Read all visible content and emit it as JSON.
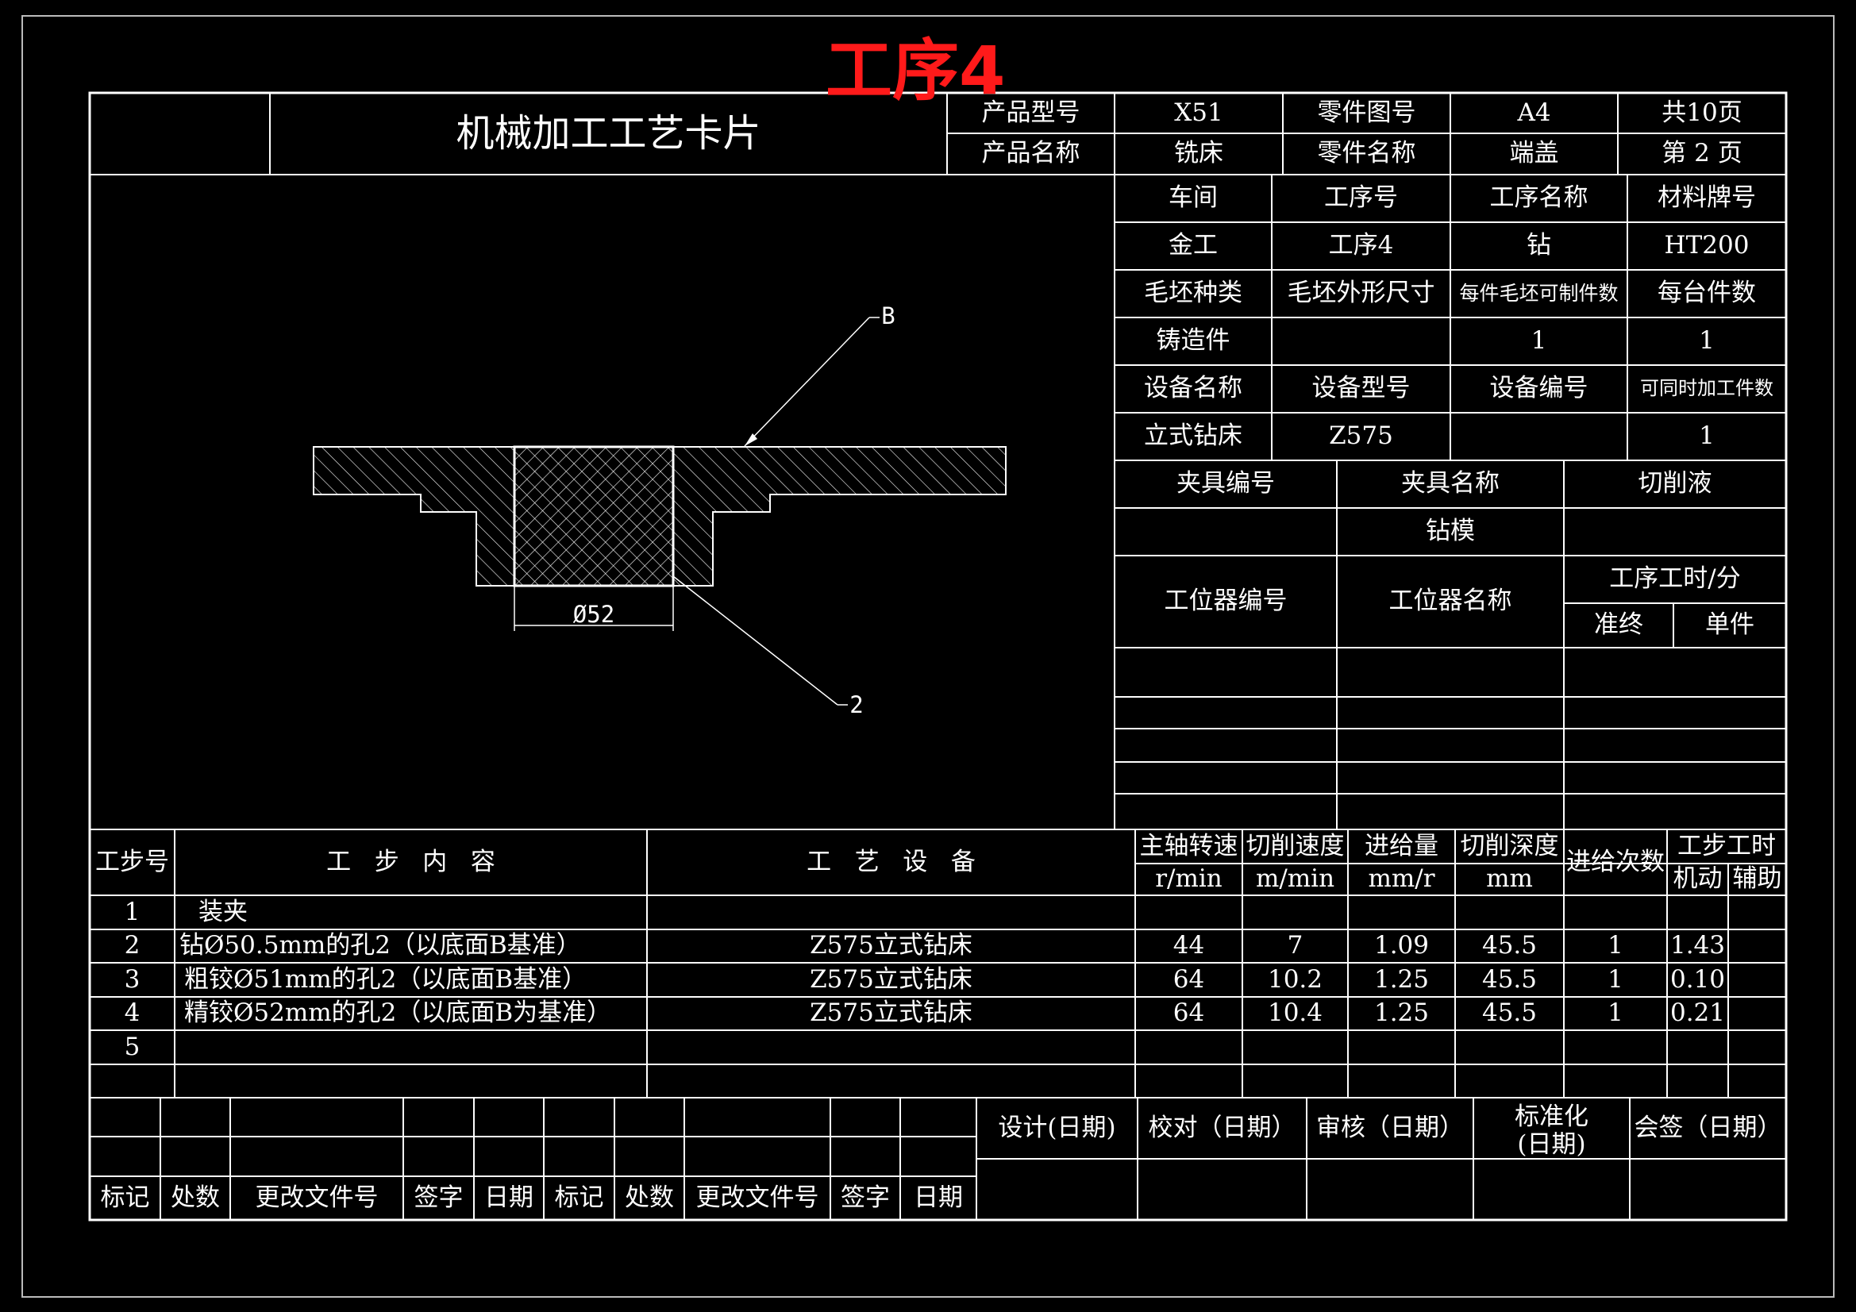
{
  "page_title": "工序4",
  "header": {
    "card_title": "机械加工工艺卡片",
    "product_model_label": "产品型号",
    "product_model": "X51",
    "part_drawing_no_label": "零件图号",
    "part_drawing_no": "A4",
    "total_pages": "共10页",
    "product_name_label": "产品名称",
    "product_name": "铣床",
    "part_name_label": "零件名称",
    "part_name": "端盖",
    "page_no": "第 2 页"
  },
  "info": {
    "workshop_label": "车间",
    "op_no_label": "工序号",
    "op_name_label": "工序名称",
    "material_label": "材料牌号",
    "workshop": "金工",
    "op_no": "工序4",
    "op_name": "钻",
    "material": "HT200",
    "blank_type_label": "毛坯种类",
    "blank_size_label": "毛坯外形尺寸",
    "pieces_per_blank_label": "每件毛坯可制件数",
    "pieces_per_unit_label": "每台件数",
    "blank_type": "铸造件",
    "blank_size": "",
    "pieces_per_blank": "1",
    "pieces_per_unit": "1",
    "equip_name_label": "设备名称",
    "equip_model_label": "设备型号",
    "equip_no_label": "设备编号",
    "simul_pieces_label": "可同时加工件数",
    "equip_name": "立式钻床",
    "equip_model": "Z575",
    "equip_no": "",
    "simul_pieces": "1",
    "fixture_no_label": "夹具编号",
    "fixture_name_label": "夹具名称",
    "coolant_label": "切削液",
    "fixture_name": "钻模",
    "station_no_label": "工位器编号",
    "station_name_label": "工位器名称",
    "op_time_label": "工序工时/分",
    "prep_label": "准终",
    "unit_label": "单件"
  },
  "drawing": {
    "dim_label": "Ø52",
    "ref_b": "B",
    "ref_2": "2"
  },
  "steps": {
    "headers": {
      "step_no": "工步号",
      "content": "工   步   内   容",
      "equipment": "工   艺   设   备",
      "spindle": "主轴转速",
      "speed": "切削速度",
      "feed": "进给量",
      "depth": "切削深度",
      "passes": "进给次数",
      "step_time": "工步工时",
      "spindle_unit": "r/min",
      "speed_unit": "m/min",
      "feed_unit": "mm/r",
      "depth_unit": "mm",
      "machine_time": "机动",
      "aux_time": "辅助"
    },
    "rows": [
      {
        "no": "1",
        "content": "装夹",
        "equip": "",
        "spindle": "",
        "speed": "",
        "feed": "",
        "depth": "",
        "passes": "",
        "machine": "",
        "aux": ""
      },
      {
        "no": "2",
        "content": "钻Ø50.5mm的孔2（以底面B基准）",
        "equip": "Z575立式钻床",
        "spindle": "44",
        "speed": "7",
        "feed": "1.09",
        "depth": "45.5",
        "passes": "1",
        "machine": "1.43",
        "aux": ""
      },
      {
        "no": "3",
        "content": "粗铰Ø51mm的孔2（以底面B基准）",
        "equip": "Z575立式钻床",
        "spindle": "64",
        "speed": "10.2",
        "feed": "1.25",
        "depth": "45.5",
        "passes": "1",
        "machine": "0.10",
        "aux": ""
      },
      {
        "no": "4",
        "content": "精铰Ø52mm的孔2（以底面B为基准）",
        "equip": "Z575立式钻床",
        "spindle": "64",
        "speed": "10.4",
        "feed": "1.25",
        "depth": "45.5",
        "passes": "1",
        "machine": "0.21",
        "aux": ""
      },
      {
        "no": "5",
        "content": "",
        "equip": "",
        "spindle": "",
        "speed": "",
        "feed": "",
        "depth": "",
        "passes": "",
        "machine": "",
        "aux": ""
      }
    ]
  },
  "footer": {
    "mark": "标记",
    "count": "处数",
    "change_doc": "更改文件号",
    "sign": "签字",
    "date": "日期",
    "design": "设计(日期)",
    "check": "校对（日期）",
    "review": "审核（日期）",
    "standard_l1": "标准化",
    "standard_l2": "(日期)",
    "countersign": "会签（日期）"
  }
}
